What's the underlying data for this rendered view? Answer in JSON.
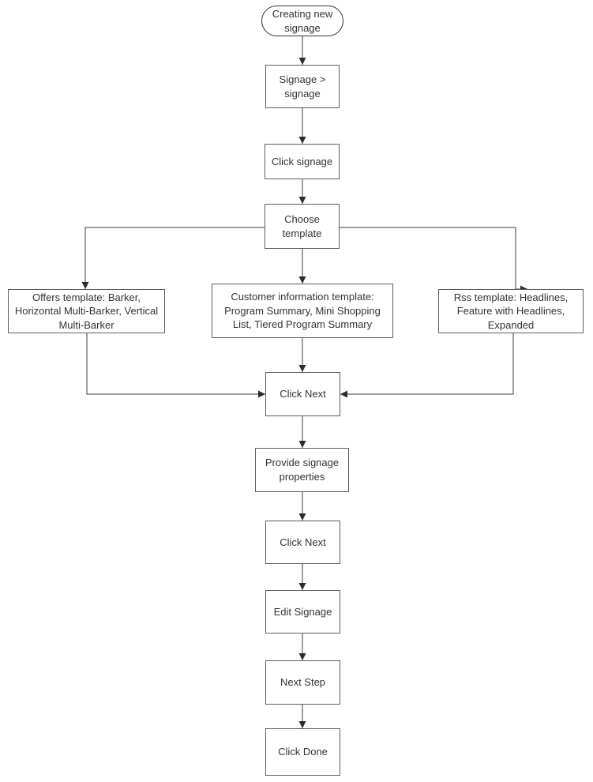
{
  "nodes": {
    "start": {
      "label": "Creating new signage"
    },
    "signage_menu": {
      "label": "Signage > signage"
    },
    "click_signage": {
      "label": "Click signage"
    },
    "choose_template": {
      "label": "Choose template"
    },
    "offers_template": {
      "label": "Offers template: Barker, Horizontal Multi-Barker, Vertical Multi-Barker"
    },
    "customer_template": {
      "label": "Customer information template: Program Summary, Mini Shopping List, Tiered Program Summary"
    },
    "rss_template": {
      "label": "Rss template: Headlines, Feature with Headlines, Expanded"
    },
    "click_next_1": {
      "label": "Click Next"
    },
    "provide_properties": {
      "label": "Provide signage properties"
    },
    "click_next_2": {
      "label": "Click Next"
    },
    "edit_signage": {
      "label": "Edit Signage"
    },
    "next_step": {
      "label": "Next Step"
    },
    "click_done": {
      "label": "Click Done"
    }
  },
  "colors": {
    "background": "#ffffff",
    "box_border": "#5e5e5e",
    "terminator_border": "#333333",
    "connector_line": "#3c3c3c",
    "arrowhead": "#2b2b2b",
    "text": "#333333"
  }
}
